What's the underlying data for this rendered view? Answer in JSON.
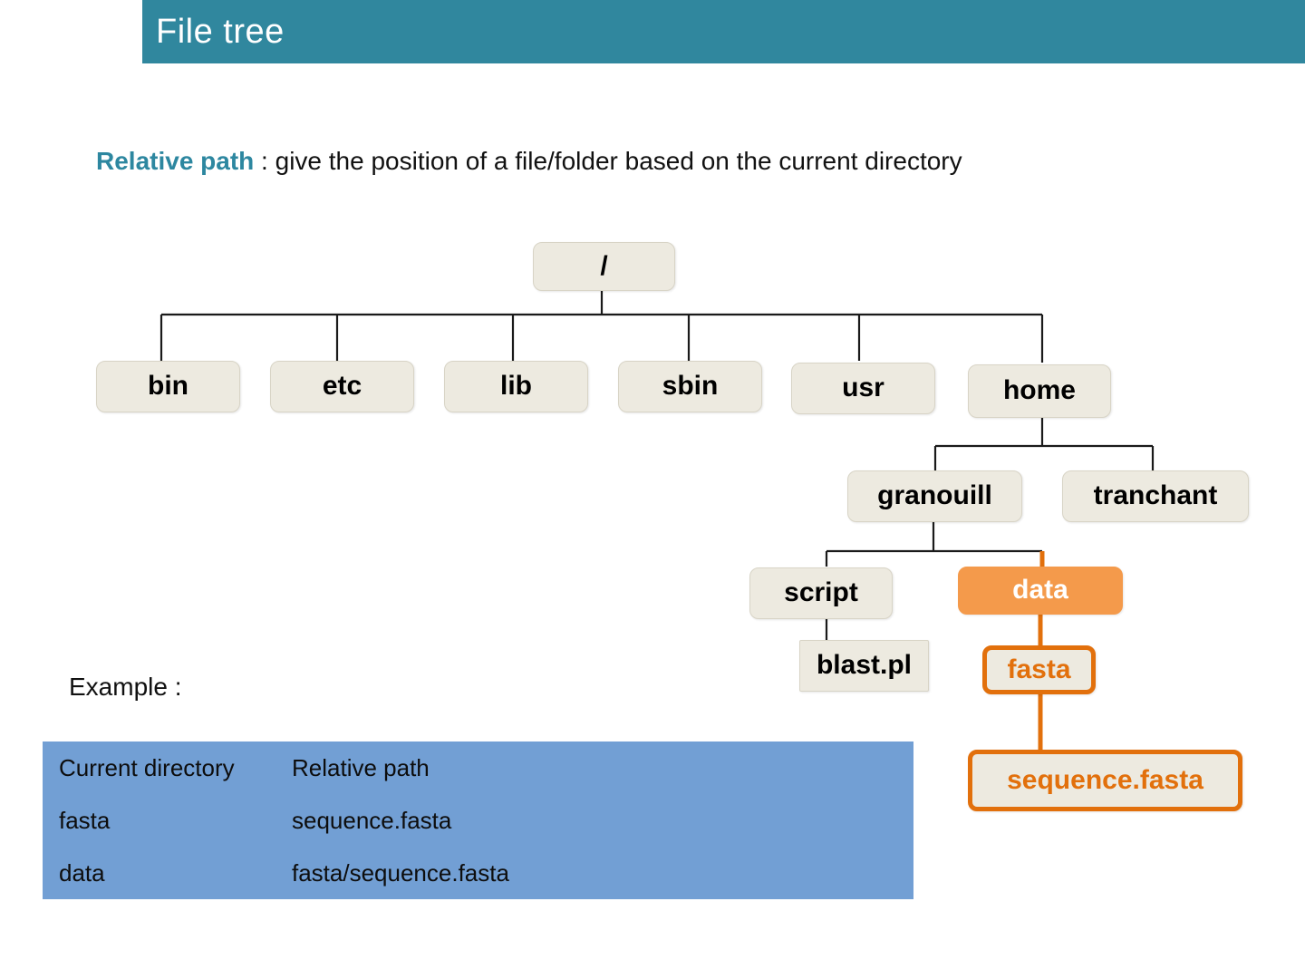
{
  "header": {
    "title": "File tree",
    "bar_color": "#30879e"
  },
  "intro": {
    "strong": "Relative path",
    "rest": " : give the position of a file/folder based on the current directory"
  },
  "tree": {
    "nodes": [
      {
        "id": "root",
        "label": "/"
      },
      {
        "id": "bin",
        "label": "bin"
      },
      {
        "id": "etc",
        "label": "etc"
      },
      {
        "id": "lib",
        "label": "lib"
      },
      {
        "id": "sbin",
        "label": "sbin"
      },
      {
        "id": "usr",
        "label": "usr"
      },
      {
        "id": "home",
        "label": "home"
      },
      {
        "id": "granouill",
        "label": "granouill"
      },
      {
        "id": "tranchant",
        "label": "tranchant"
      },
      {
        "id": "script",
        "label": "script"
      },
      {
        "id": "data",
        "label": "data"
      },
      {
        "id": "blastpl",
        "label": "blast.pl"
      },
      {
        "id": "fasta",
        "label": "fasta"
      },
      {
        "id": "seqfasta",
        "label": "sequence.fasta"
      }
    ],
    "highlight_color": "#e2700c",
    "node_fill": "#edeae0",
    "data_fill": "#f49a4b"
  },
  "example": {
    "label": "Example :"
  },
  "table": {
    "background": "#729fd4",
    "headers": [
      "Current directory",
      "Relative path"
    ],
    "rows": [
      [
        "fasta",
        "sequence.fasta"
      ],
      [
        "data",
        "fasta/sequence.fasta"
      ]
    ]
  }
}
